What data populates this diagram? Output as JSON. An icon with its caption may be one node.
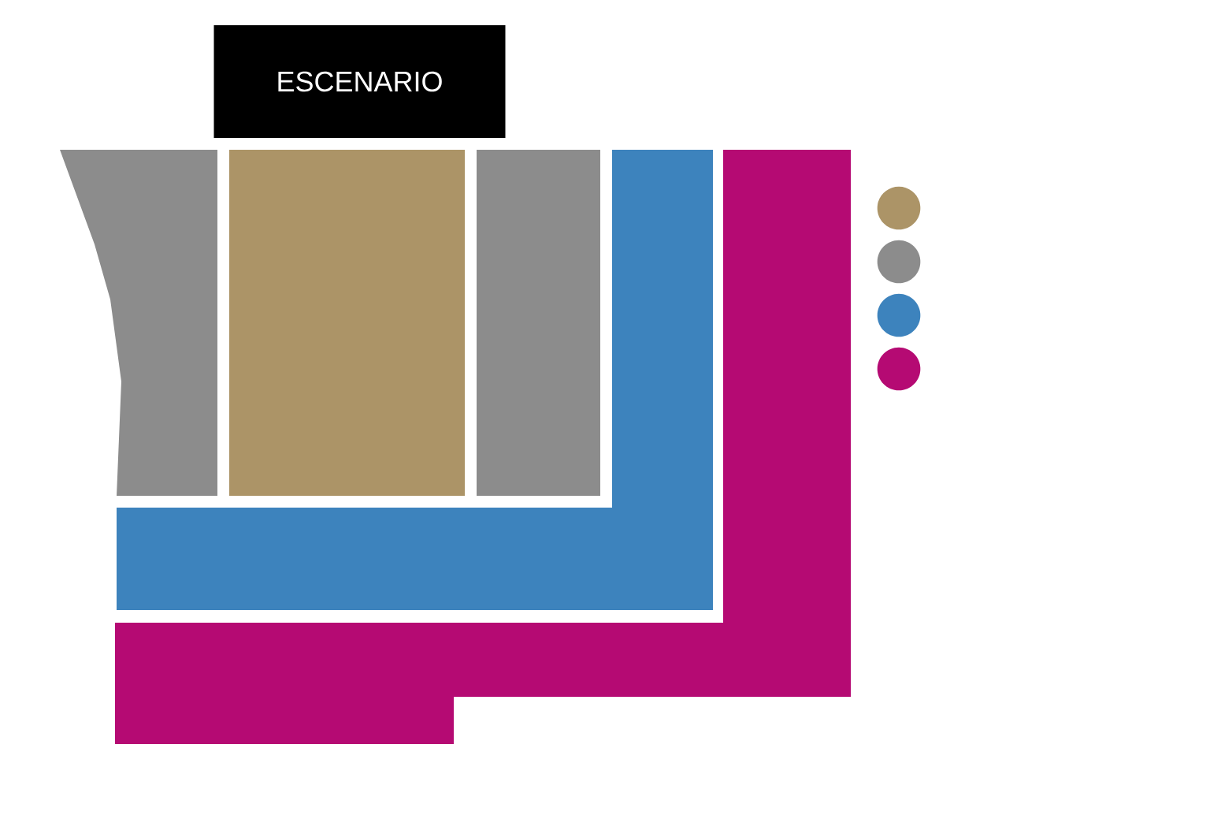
{
  "diagram": {
    "nodes": [
      {
        "text": [
          "ESCENARIO"
        ]
      },
      {
        "text": [],
        "shape": "box"
      },
      {
        "text": [],
        "shape": "box"
      },
      {
        "text": [],
        "shape": "box"
      },
      {
        "text": [],
        "shape": "box"
      },
      {
        "text": [],
        "shape": "box"
      }
    ]
  }
}
